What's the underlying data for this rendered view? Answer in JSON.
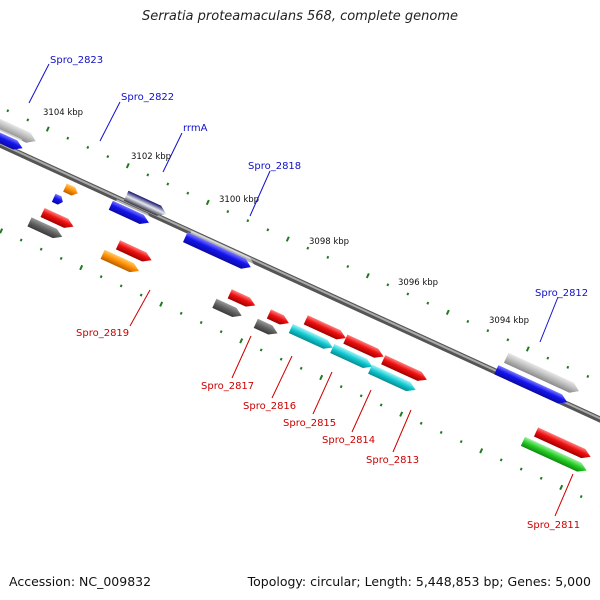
{
  "title": "Serratia proteamaculans 568, complete genome",
  "footer": {
    "accession": "Accession: NC_009832",
    "topology": "Topology: circular; Length: 5,448,853 bp; Genes: 5,000"
  },
  "kbp_labels": [
    "3104 kbp",
    "3102 kbp",
    "3100 kbp",
    "3098 kbp",
    "3096 kbp",
    "3094 kbp"
  ],
  "gene_labels_top": [
    "Spro_2823",
    "Spro_2822",
    "rrmA",
    "Spro_2818",
    "Spro_2812"
  ],
  "gene_labels_bottom": [
    "Spro_2819",
    "Spro_2817",
    "Spro_2816",
    "Spro_2815",
    "Spro_2814",
    "Spro_2813",
    "Spro_2811"
  ],
  "colors": {
    "backbone": "#777777",
    "blue": "#1414ee",
    "navy": "#10106a",
    "red": "#ee1010",
    "gray": "#bbbbbb",
    "darkgray": "#606060",
    "orange": "#ff8c00",
    "cyan": "#10c8d0",
    "green": "#22cc22",
    "ticks": "#207a20"
  }
}
